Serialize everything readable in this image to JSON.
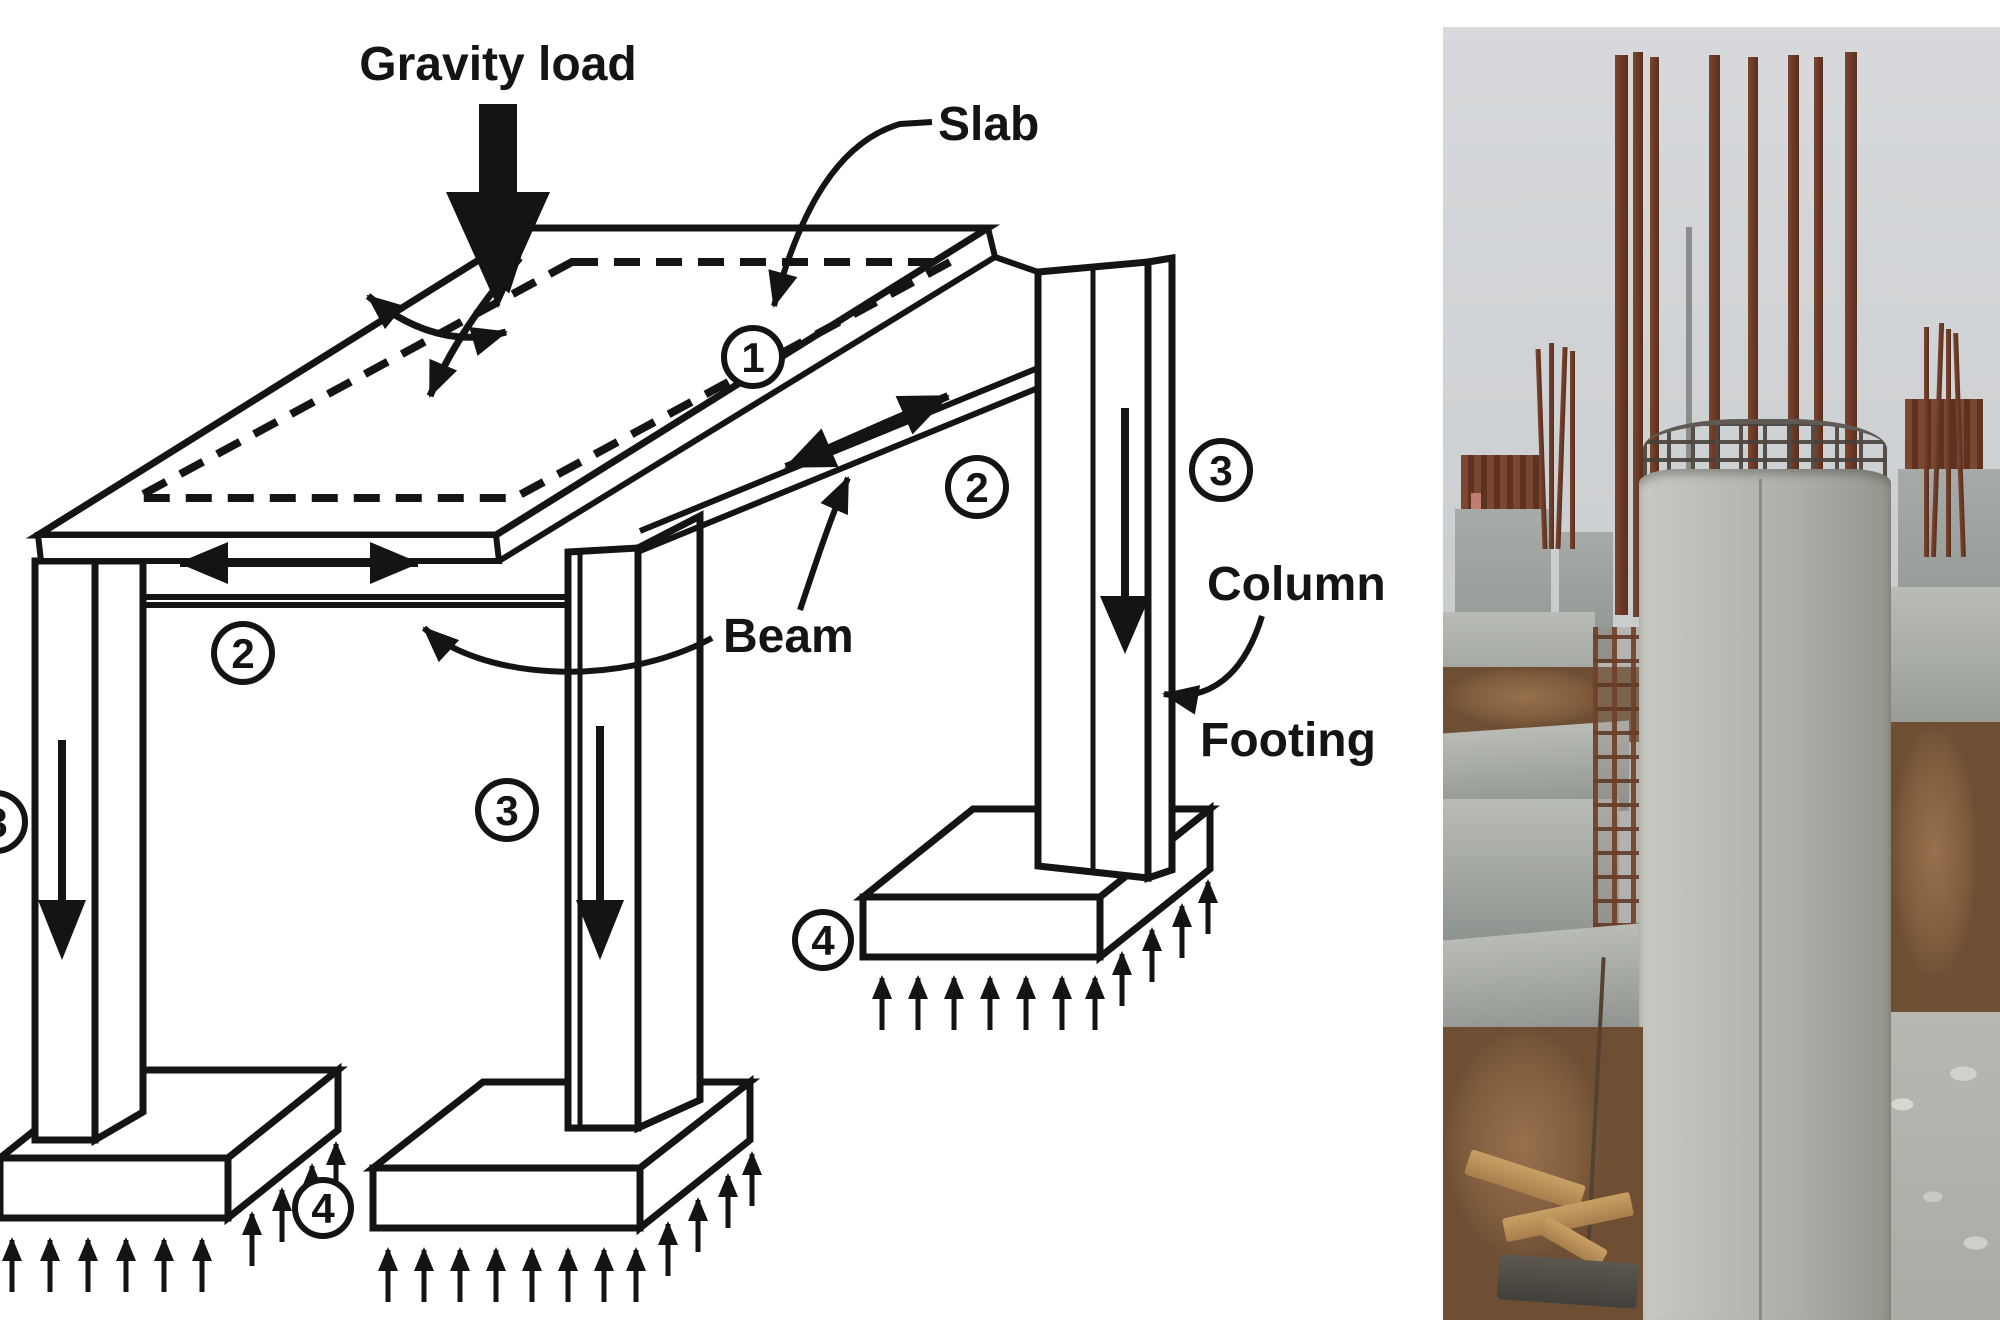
{
  "diagram": {
    "load_label": "Gravity load",
    "part_labels": {
      "slab": "Slab",
      "beam": "Beam",
      "column": "Column",
      "footing": "Footing"
    },
    "sequence": {
      "slab": "1",
      "beam": "2",
      "column": "3",
      "footing": "4"
    },
    "ink_color": "#141414"
  },
  "photo": {
    "alt": "Construction site photo: a cast circular grey concrete column with rusty rebar projecting from its top, surrounded by rebar cages, concrete footings, rubble, wood planks and brown soil",
    "colors": {
      "sky": "#d2d5d7",
      "concrete": "#b3b3ad",
      "rebar": "#6a3a28",
      "soil": "#8a6645"
    }
  }
}
